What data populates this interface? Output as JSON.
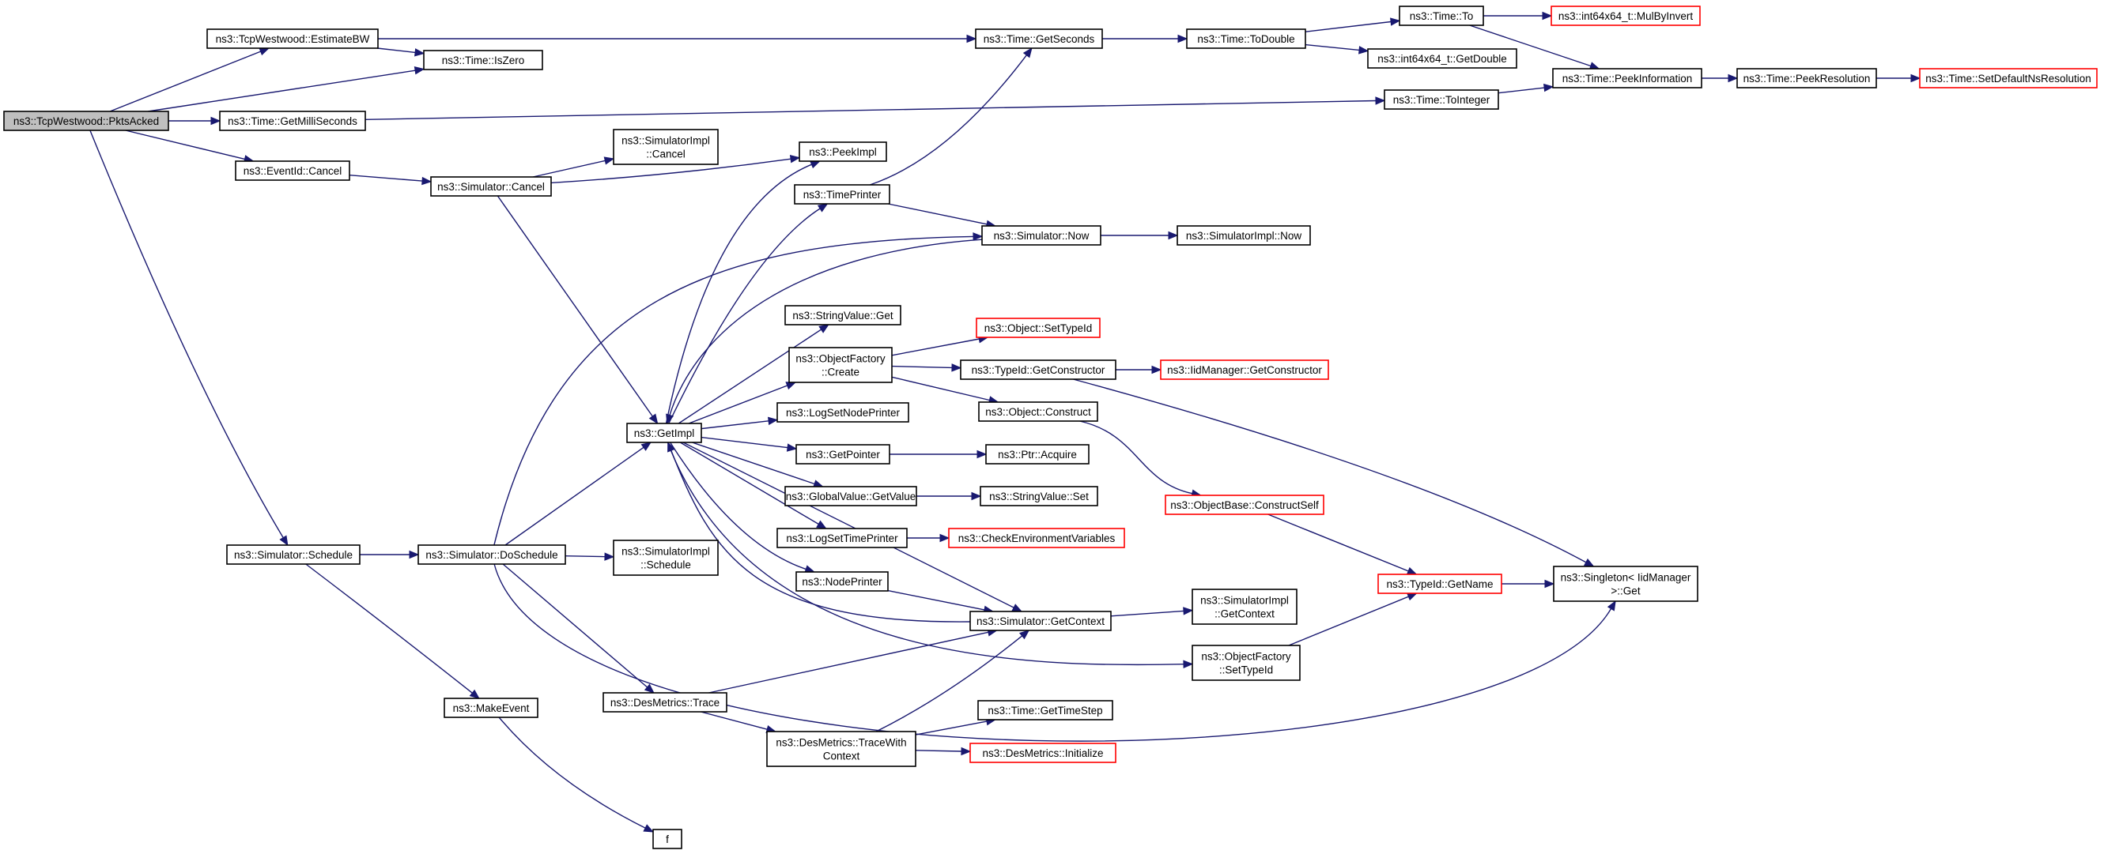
{
  "diagram": {
    "nodes": [
      {
        "id": "pktsacked",
        "lines": [
          "ns3::TcpWestwood::PktsAcked"
        ],
        "style": "root"
      },
      {
        "id": "estimatebw",
        "lines": [
          "ns3::TcpWestwood::EstimateBW"
        ],
        "style": "normal"
      },
      {
        "id": "iszero",
        "lines": [
          "ns3::Time::IsZero"
        ],
        "style": "normal"
      },
      {
        "id": "getmilliseconds",
        "lines": [
          "ns3::Time::GetMilliSeconds"
        ],
        "style": "normal"
      },
      {
        "id": "eventid_cancel",
        "lines": [
          "ns3::EventId::Cancel"
        ],
        "style": "normal"
      },
      {
        "id": "sim_cancel",
        "lines": [
          "ns3::Simulator::Cancel"
        ],
        "style": "normal"
      },
      {
        "id": "simimpl_cancel",
        "lines": [
          "ns3::SimulatorImpl",
          "::Cancel"
        ],
        "style": "normal"
      },
      {
        "id": "peekimpl",
        "lines": [
          "ns3::PeekImpl"
        ],
        "style": "normal"
      },
      {
        "id": "timeprinter",
        "lines": [
          "ns3::TimePrinter"
        ],
        "style": "normal"
      },
      {
        "id": "getseconds",
        "lines": [
          "ns3::Time::GetSeconds"
        ],
        "style": "normal"
      },
      {
        "id": "todouble",
        "lines": [
          "ns3::Time::ToDouble"
        ],
        "style": "normal"
      },
      {
        "id": "time_to",
        "lines": [
          "ns3::Time::To"
        ],
        "style": "normal"
      },
      {
        "id": "mulbyinvert",
        "lines": [
          "ns3::int64x64_t::MulByInvert"
        ],
        "style": "red"
      },
      {
        "id": "getdouble",
        "lines": [
          "ns3::int64x64_t::GetDouble"
        ],
        "style": "normal"
      },
      {
        "id": "tointeger",
        "lines": [
          "ns3::Time::ToInteger"
        ],
        "style": "normal"
      },
      {
        "id": "peekinformation",
        "lines": [
          "ns3::Time::PeekInformation"
        ],
        "style": "normal"
      },
      {
        "id": "peekresolution",
        "lines": [
          "ns3::Time::PeekResolution"
        ],
        "style": "normal"
      },
      {
        "id": "setdefaultnsresolution",
        "lines": [
          "ns3::Time::SetDefaultNsResolution"
        ],
        "style": "red"
      },
      {
        "id": "sim_now",
        "lines": [
          "ns3::Simulator::Now"
        ],
        "style": "normal"
      },
      {
        "id": "simimpl_now",
        "lines": [
          "ns3::SimulatorImpl::Now"
        ],
        "style": "normal"
      },
      {
        "id": "stringvalue_get",
        "lines": [
          "ns3::StringValue::Get"
        ],
        "style": "normal"
      },
      {
        "id": "objfactory_create",
        "lines": [
          "ns3::ObjectFactory",
          "::Create"
        ],
        "style": "normal"
      },
      {
        "id": "object_settypeid",
        "lines": [
          "ns3::Object::SetTypeId"
        ],
        "style": "red"
      },
      {
        "id": "typeid_getconstructor",
        "lines": [
          "ns3::TypeId::GetConstructor"
        ],
        "style": "normal"
      },
      {
        "id": "iidmanager_getconstructor",
        "lines": [
          "ns3::IidManager::GetConstructor"
        ],
        "style": "red"
      },
      {
        "id": "object_construct",
        "lines": [
          "ns3::Object::Construct"
        ],
        "style": "normal"
      },
      {
        "id": "getimpl",
        "lines": [
          "ns3::GetImpl"
        ],
        "style": "normal"
      },
      {
        "id": "logsetnodeprinter",
        "lines": [
          "ns3::LogSetNodePrinter"
        ],
        "style": "normal"
      },
      {
        "id": "getpointer",
        "lines": [
          "ns3::GetPointer"
        ],
        "style": "normal"
      },
      {
        "id": "ptr_acquire",
        "lines": [
          "ns3::Ptr::Acquire"
        ],
        "style": "normal"
      },
      {
        "id": "globalvalue_getvalue",
        "lines": [
          "ns3::GlobalValue::GetValue"
        ],
        "style": "normal"
      },
      {
        "id": "stringvalue_set",
        "lines": [
          "ns3::StringValue::Set"
        ],
        "style": "normal"
      },
      {
        "id": "logsettimeprinter",
        "lines": [
          "ns3::LogSetTimePrinter"
        ],
        "style": "normal"
      },
      {
        "id": "checkenvvars",
        "lines": [
          "ns3::CheckEnvironmentVariables"
        ],
        "style": "red"
      },
      {
        "id": "objectbase_constructself",
        "lines": [
          "ns3::ObjectBase::ConstructSelf"
        ],
        "style": "red"
      },
      {
        "id": "sim_schedule",
        "lines": [
          "ns3::Simulator::Schedule"
        ],
        "style": "normal"
      },
      {
        "id": "sim_doschedule",
        "lines": [
          "ns3::Simulator::DoSchedule"
        ],
        "style": "normal"
      },
      {
        "id": "simimpl_schedule",
        "lines": [
          "ns3::SimulatorImpl",
          "::Schedule"
        ],
        "style": "normal"
      },
      {
        "id": "nodeprinter",
        "lines": [
          "ns3::NodePrinter"
        ],
        "style": "normal"
      },
      {
        "id": "typeid_getname",
        "lines": [
          "ns3::TypeId::GetName"
        ],
        "style": "red"
      },
      {
        "id": "singleton_get",
        "lines": [
          "ns3::Singleton< IidManager",
          " >::Get"
        ],
        "style": "normal"
      },
      {
        "id": "simimpl_getcontext",
        "lines": [
          "ns3::SimulatorImpl",
          "::GetContext"
        ],
        "style": "normal"
      },
      {
        "id": "sim_getcontext",
        "lines": [
          "ns3::Simulator::GetContext"
        ],
        "style": "normal"
      },
      {
        "id": "objfactory_settypeid",
        "lines": [
          "ns3::ObjectFactory",
          "::SetTypeId"
        ],
        "style": "normal"
      },
      {
        "id": "desmetrics_trace",
        "lines": [
          "ns3::DesMetrics::Trace"
        ],
        "style": "normal"
      },
      {
        "id": "makeevent",
        "lines": [
          "ns3::MakeEvent"
        ],
        "style": "normal"
      },
      {
        "id": "desmetrics_tracewithcontext",
        "lines": [
          "ns3::DesMetrics::TraceWith",
          "Context"
        ],
        "style": "normal"
      },
      {
        "id": "time_gettimestep",
        "lines": [
          "ns3::Time::GetTimeStep"
        ],
        "style": "normal"
      },
      {
        "id": "desmetrics_initialize",
        "lines": [
          "ns3::DesMetrics::Initialize"
        ],
        "style": "red"
      },
      {
        "id": "f",
        "lines": [
          "f"
        ],
        "style": "normal"
      }
    ],
    "edges": [
      [
        "pktsacked",
        "estimatebw"
      ],
      [
        "pktsacked",
        "iszero"
      ],
      [
        "pktsacked",
        "getmilliseconds"
      ],
      [
        "pktsacked",
        "eventid_cancel"
      ],
      [
        "pktsacked",
        "sim_schedule"
      ],
      [
        "estimatebw",
        "iszero"
      ],
      [
        "estimatebw",
        "getseconds"
      ],
      [
        "getmilliseconds",
        "tointeger"
      ],
      [
        "getseconds",
        "todouble"
      ],
      [
        "todouble",
        "time_to"
      ],
      [
        "todouble",
        "getdouble"
      ],
      [
        "time_to",
        "mulbyinvert"
      ],
      [
        "time_to",
        "peekinformation"
      ],
      [
        "tointeger",
        "peekinformation"
      ],
      [
        "peekinformation",
        "peekresolution"
      ],
      [
        "peekresolution",
        "setdefaultnsresolution"
      ],
      [
        "eventid_cancel",
        "sim_cancel"
      ],
      [
        "sim_cancel",
        "simimpl_cancel"
      ],
      [
        "sim_cancel",
        "peekimpl"
      ],
      [
        "sim_cancel",
        "getimpl"
      ],
      [
        "timeprinter",
        "getseconds"
      ],
      [
        "timeprinter",
        "sim_now"
      ],
      [
        "sim_now",
        "simimpl_now"
      ],
      [
        "sim_now",
        "getimpl"
      ],
      [
        "getimpl",
        "peekimpl"
      ],
      [
        "getimpl",
        "timeprinter"
      ],
      [
        "getimpl",
        "stringvalue_get"
      ],
      [
        "getimpl",
        "objfactory_create"
      ],
      [
        "getimpl",
        "logsetnodeprinter"
      ],
      [
        "getimpl",
        "getpointer"
      ],
      [
        "getimpl",
        "globalvalue_getvalue"
      ],
      [
        "getimpl",
        "logsettimeprinter"
      ],
      [
        "getimpl",
        "nodeprinter"
      ],
      [
        "getimpl",
        "sim_getcontext"
      ],
      [
        "getimpl",
        "objfactory_settypeid"
      ],
      [
        "objfactory_create",
        "object_settypeid"
      ],
      [
        "objfactory_create",
        "typeid_getconstructor"
      ],
      [
        "objfactory_create",
        "object_construct"
      ],
      [
        "typeid_getconstructor",
        "iidmanager_getconstructor"
      ],
      [
        "typeid_getconstructor",
        "singleton_get"
      ],
      [
        "object_construct",
        "objectbase_constructself"
      ],
      [
        "objectbase_constructself",
        "typeid_getname"
      ],
      [
        "getpointer",
        "ptr_acquire"
      ],
      [
        "globalvalue_getvalue",
        "stringvalue_set"
      ],
      [
        "logsettimeprinter",
        "checkenvvars"
      ],
      [
        "nodeprinter",
        "sim_getcontext"
      ],
      [
        "sim_getcontext",
        "getimpl"
      ],
      [
        "sim_getcontext",
        "simimpl_getcontext"
      ],
      [
        "objfactory_settypeid",
        "typeid_getname"
      ],
      [
        "typeid_getname",
        "singleton_get"
      ],
      [
        "sim_schedule",
        "sim_doschedule"
      ],
      [
        "sim_schedule",
        "makeevent"
      ],
      [
        "sim_doschedule",
        "getimpl"
      ],
      [
        "sim_doschedule",
        "sim_now"
      ],
      [
        "sim_doschedule",
        "simimpl_schedule"
      ],
      [
        "sim_doschedule",
        "desmetrics_trace"
      ],
      [
        "sim_doschedule",
        "singleton_get"
      ],
      [
        "desmetrics_trace",
        "sim_getcontext"
      ],
      [
        "desmetrics_trace",
        "desmetrics_tracewithcontext"
      ],
      [
        "desmetrics_tracewithcontext",
        "sim_getcontext"
      ],
      [
        "desmetrics_tracewithcontext",
        "time_gettimestep"
      ],
      [
        "desmetrics_tracewithcontext",
        "desmetrics_initialize"
      ],
      [
        "makeevent",
        "f"
      ]
    ]
  }
}
